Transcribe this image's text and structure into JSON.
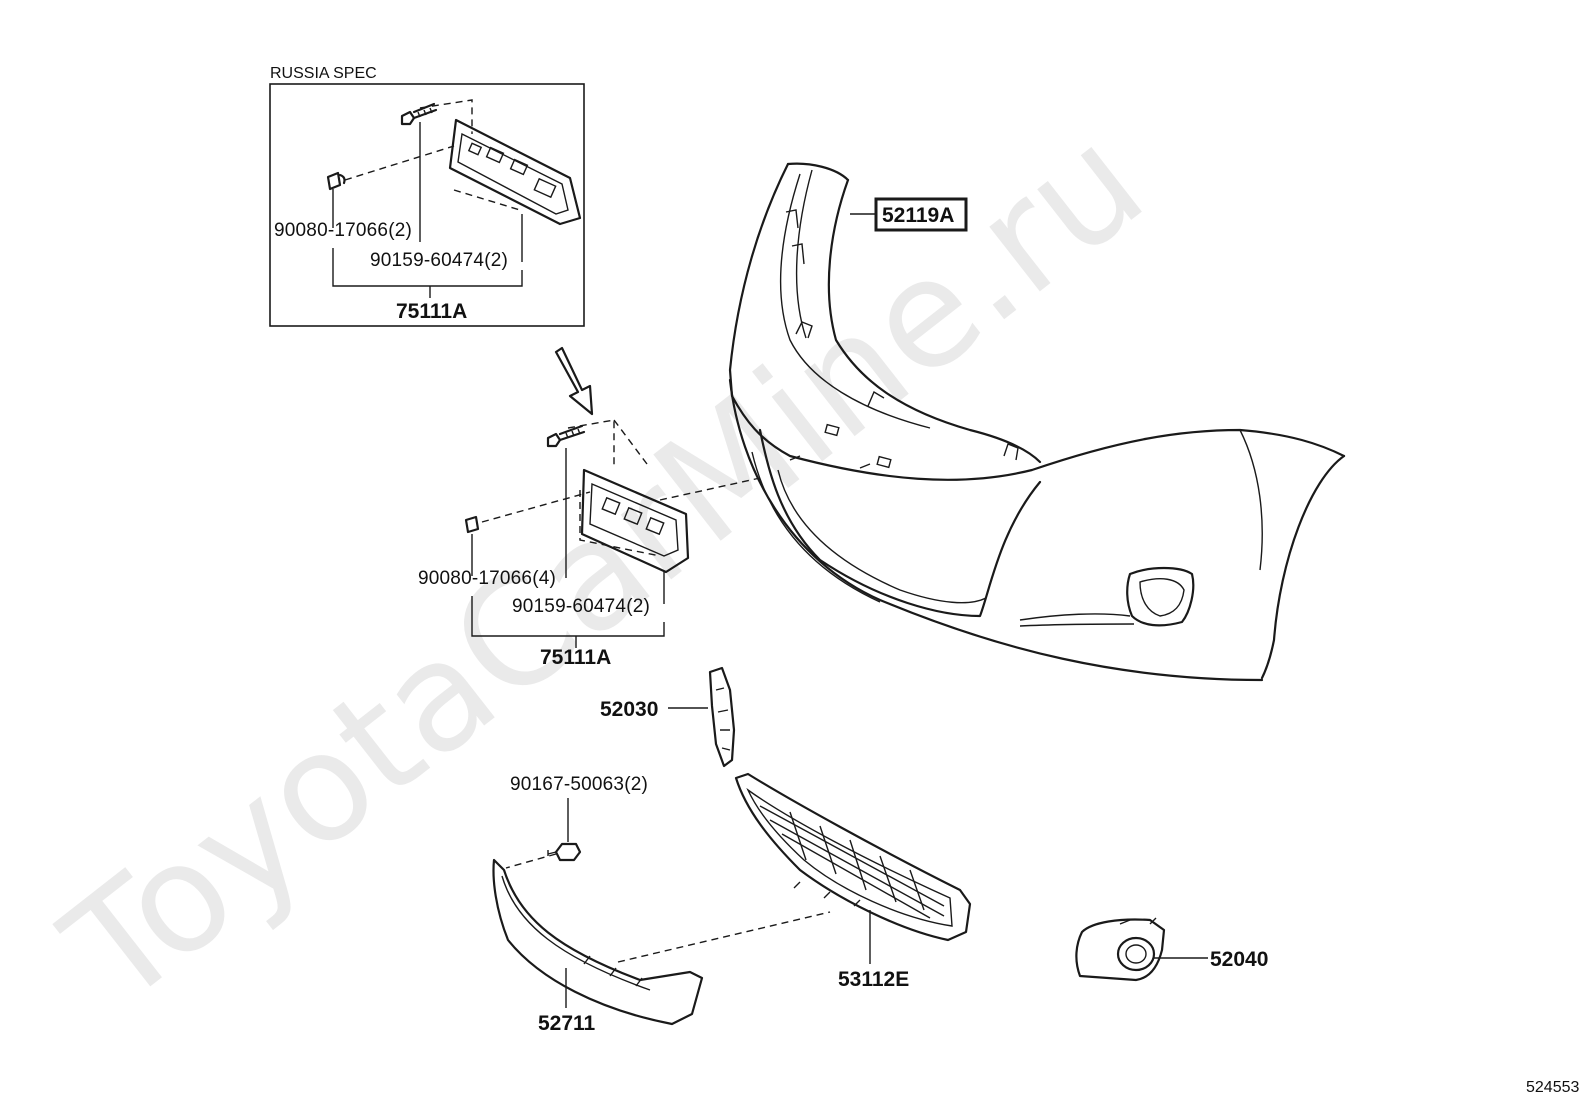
{
  "watermark": "ToyotaCarMine.ru",
  "diagram_id": "524553",
  "russia_box": {
    "title": "RUSSIA SPEC",
    "clip_label": "90080-17066(2)",
    "screw_label": "90159-60474(2)",
    "bracket_label": "75111A"
  },
  "bracket": {
    "clip_label": "90080-17066(4)",
    "screw_label": "90159-60474(2)",
    "bracket_label": "75111A"
  },
  "parts": {
    "bumper_cover": "52119A",
    "center_support": "52030",
    "bolt": "90167-50063(2)",
    "lower_molding": "52711",
    "lower_grille": "53112E",
    "fog_cover": "52040"
  }
}
